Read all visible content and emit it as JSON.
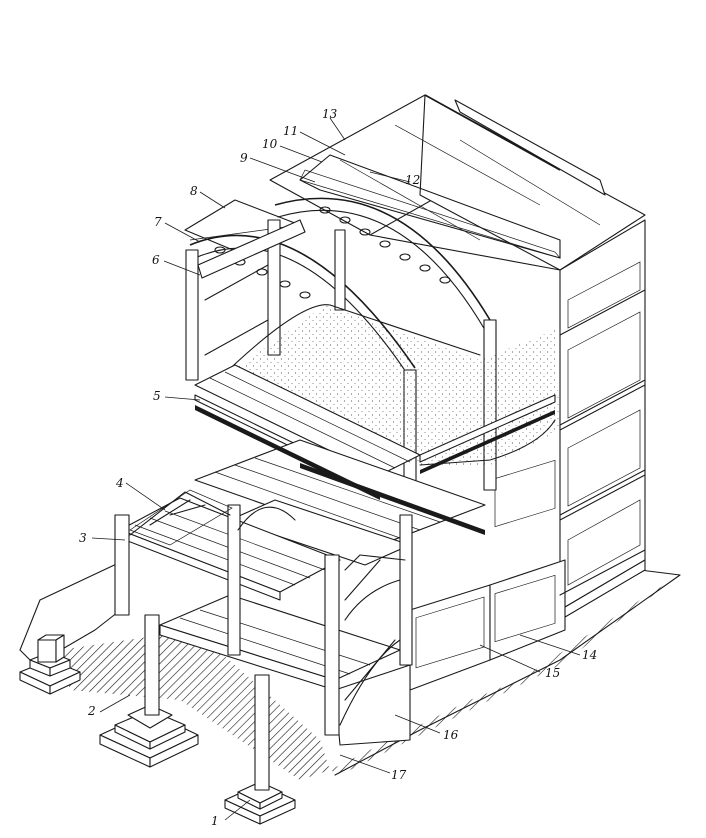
{
  "labels": [
    {
      "id": "1",
      "text": "1"
    },
    {
      "id": "2",
      "text": "2"
    },
    {
      "id": "3",
      "text": "3"
    },
    {
      "id": "4",
      "text": "4"
    },
    {
      "id": "5",
      "text": "5"
    },
    {
      "id": "6",
      "text": "6"
    },
    {
      "id": "7",
      "text": "7"
    },
    {
      "id": "8",
      "text": "8"
    },
    {
      "id": "9",
      "text": "9"
    },
    {
      "id": "10",
      "text": "10"
    },
    {
      "id": "11",
      "text": "11"
    },
    {
      "id": "12",
      "text": "12"
    },
    {
      "id": "13",
      "text": "13"
    },
    {
      "id": "14",
      "text": "14"
    },
    {
      "id": "15",
      "text": "15"
    },
    {
      "id": "16",
      "text": "16"
    },
    {
      "id": "17",
      "text": "17"
    }
  ]
}
